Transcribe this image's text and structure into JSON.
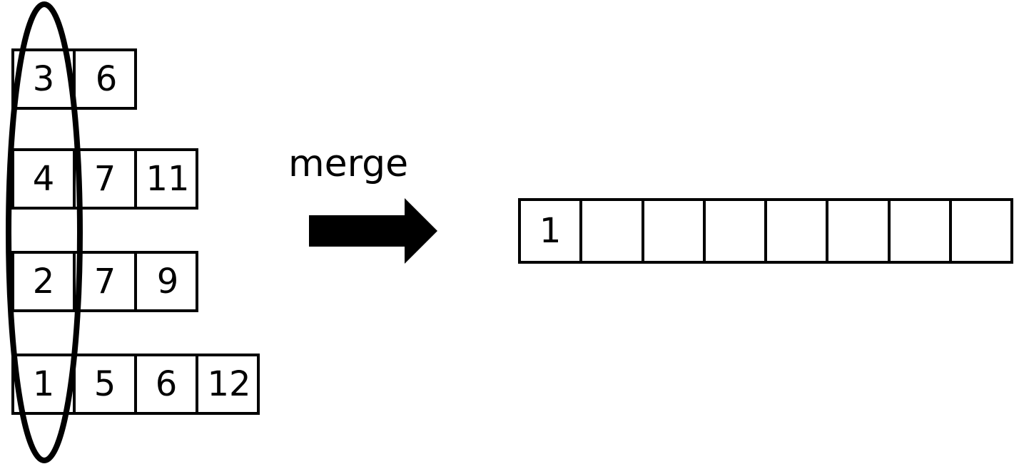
{
  "lists": [
    [
      "3",
      "6"
    ],
    [
      "4",
      "7",
      "11"
    ],
    [
      "2",
      "7",
      "9"
    ],
    [
      "1",
      "5",
      "6",
      "12"
    ]
  ],
  "merge_label": "merge",
  "output": [
    "1",
    "",
    "",
    "",
    "",
    "",
    "",
    ""
  ]
}
